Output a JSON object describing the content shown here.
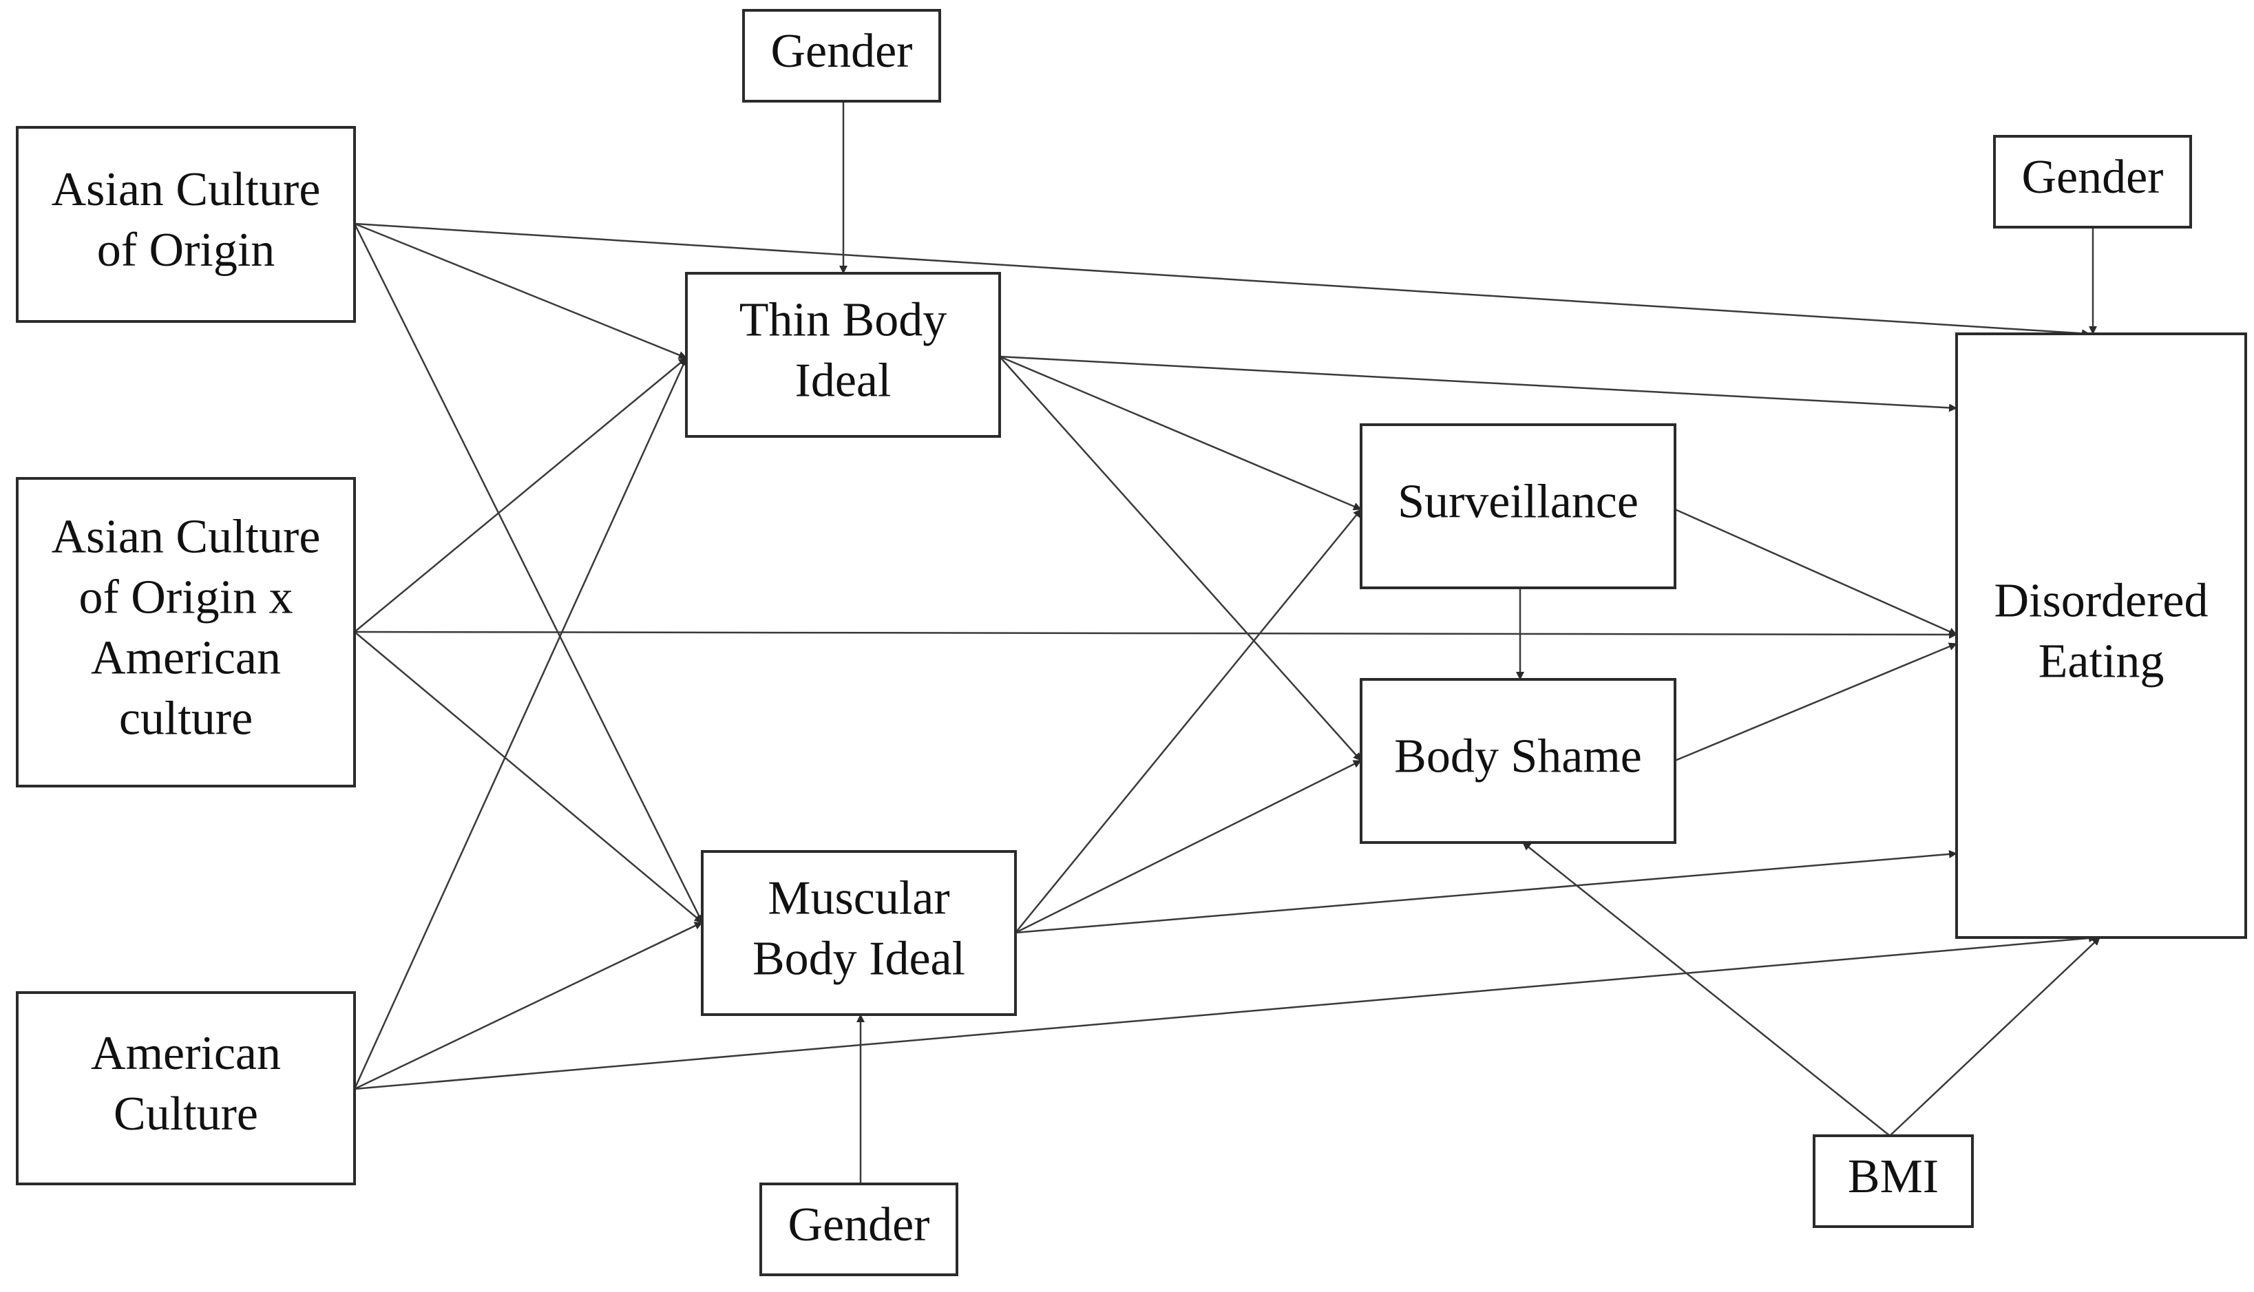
{
  "nodes": {
    "gender_top": {
      "lines": [
        "Gender"
      ]
    },
    "asian_culture": {
      "lines": [
        "Asian Culture",
        "of Origin"
      ]
    },
    "asian_x_american": {
      "lines": [
        "Asian Culture",
        "of Origin x",
        "American",
        "culture"
      ]
    },
    "american_culture": {
      "lines": [
        "American",
        "Culture"
      ]
    },
    "thin_ideal": {
      "lines": [
        "Thin Body",
        "Ideal"
      ]
    },
    "muscular_ideal": {
      "lines": [
        "Muscular",
        "Body Ideal"
      ]
    },
    "gender_bottom": {
      "lines": [
        "Gender"
      ]
    },
    "surveillance": {
      "lines": [
        "Surveillance"
      ]
    },
    "body_shame": {
      "lines": [
        "Body Shame"
      ]
    },
    "gender_right": {
      "lines": [
        "Gender"
      ]
    },
    "disordered_eating": {
      "lines": [
        "Disordered",
        "Eating"
      ]
    },
    "bmi": {
      "lines": [
        "BMI"
      ]
    }
  },
  "edges": [
    {
      "from": "asian_culture",
      "to": "thin_ideal"
    },
    {
      "from": "asian_culture",
      "to": "muscular_ideal"
    },
    {
      "from": "asian_culture",
      "to": "disordered_eating"
    },
    {
      "from": "asian_x_american",
      "to": "thin_ideal"
    },
    {
      "from": "asian_x_american",
      "to": "muscular_ideal"
    },
    {
      "from": "asian_x_american",
      "to": "disordered_eating"
    },
    {
      "from": "american_culture",
      "to": "thin_ideal"
    },
    {
      "from": "american_culture",
      "to": "muscular_ideal"
    },
    {
      "from": "american_culture",
      "to": "disordered_eating"
    },
    {
      "from": "gender_top",
      "to": "thin_ideal"
    },
    {
      "from": "gender_bottom",
      "to": "muscular_ideal"
    },
    {
      "from": "thin_ideal",
      "to": "surveillance"
    },
    {
      "from": "thin_ideal",
      "to": "body_shame"
    },
    {
      "from": "thin_ideal",
      "to": "disordered_eating"
    },
    {
      "from": "muscular_ideal",
      "to": "surveillance"
    },
    {
      "from": "muscular_ideal",
      "to": "body_shame"
    },
    {
      "from": "muscular_ideal",
      "to": "disordered_eating"
    },
    {
      "from": "surveillance",
      "to": "body_shame"
    },
    {
      "from": "surveillance",
      "to": "disordered_eating"
    },
    {
      "from": "body_shame",
      "to": "disordered_eating"
    },
    {
      "from": "gender_right",
      "to": "disordered_eating"
    },
    {
      "from": "bmi",
      "to": "body_shame"
    },
    {
      "from": "bmi",
      "to": "disordered_eating"
    }
  ]
}
